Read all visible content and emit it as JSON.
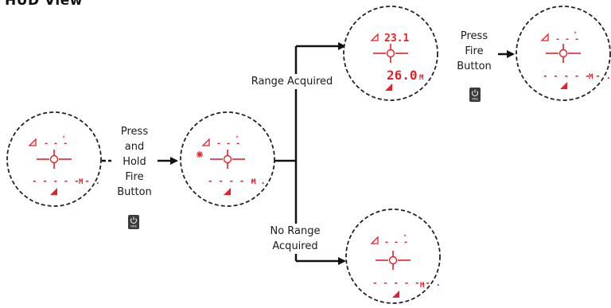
{
  "title": "HUD View",
  "labels": {
    "press_hold": [
      "Press",
      "and",
      "Hold",
      "Fire",
      "Button"
    ],
    "press_fire": [
      "Press",
      "Fire",
      "Button"
    ],
    "range_acquired": "Range Acquired",
    "no_range": [
      "No Range",
      "Acquired"
    ]
  },
  "fire_button_text": "FIRE",
  "hud": {
    "angle_value": "23.1",
    "range_value": "26.0",
    "range_unit": "M",
    "placeholder_unit": "M"
  },
  "colors": {
    "hud_red": "#e8202a",
    "line": "#111111",
    "circle": "#222222"
  },
  "icons": [
    "angle-icon",
    "crosshair-icon",
    "laser-icon",
    "battery-icon",
    "power-icon"
  ]
}
